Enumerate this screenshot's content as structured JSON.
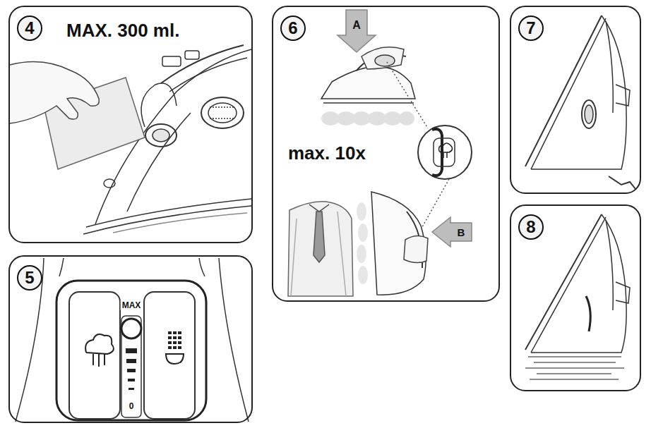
{
  "diagram": {
    "nodes": [
      {
        "text": [
          "4",
          "MAX. 300 ml."
        ]
      },
      {
        "text": [
          "5"
        ]
      },
      {
        "text": [
          "6",
          "max. 10x"
        ]
      },
      {
        "text": [
          "7"
        ]
      },
      {
        "text": [
          "8"
        ]
      }
    ],
    "labels": [
      "MAX",
      "0",
      "A",
      "B"
    ]
  }
}
